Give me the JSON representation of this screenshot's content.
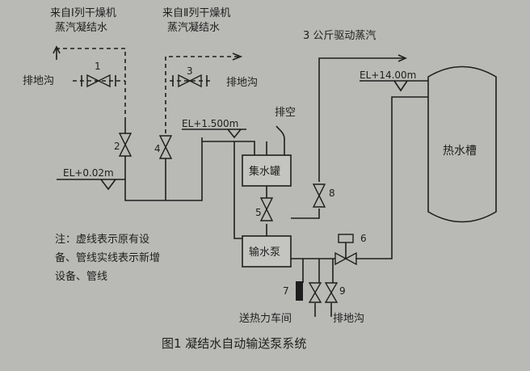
{
  "labels": {
    "from_dryer_1_line1": "来自Ⅰ列干燥机",
    "from_dryer_1_line2": "蒸汽凝结水",
    "from_dryer_2_line1": "来自Ⅱ列干燥机",
    "from_dryer_2_line2": "蒸汽凝结水",
    "drive_steam": "3 公斤驱动蒸汽",
    "drain_left": "排地沟",
    "drain_upper": "排地沟",
    "drain_bottom": "排地沟",
    "vent": "排空",
    "to_heating_workshop": "送热力车间",
    "el_002": "EL+0.02m",
    "el_1500": "EL+1.500m",
    "el_1400": "EL+14.00m",
    "collecting_tank": "集水罐",
    "pump": "输水泵",
    "hot_water_tank": "热水槽"
  },
  "valves": [
    "1",
    "2",
    "3",
    "4",
    "5",
    "6",
    "7",
    "8",
    "9"
  ],
  "note": {
    "line1": "注：虚线表示原有设",
    "line2": "备、管线实线表示新增",
    "line3": "设备、管线"
  },
  "caption": "图1  凝结水自动输送泵系统"
}
